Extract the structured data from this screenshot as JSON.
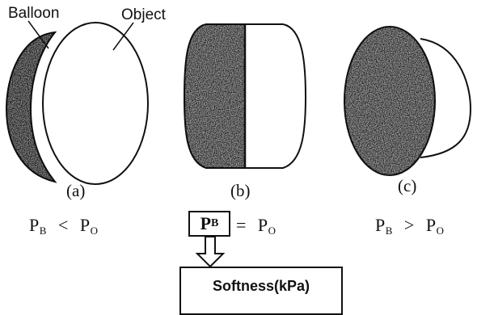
{
  "labels": {
    "balloon": "Balloon",
    "object": "Object"
  },
  "captions": {
    "a": "(a)",
    "b": "(b)",
    "c": "(c)"
  },
  "relations": {
    "a": {
      "left": "P",
      "left_sub": "B",
      "op": "<",
      "right": "P",
      "right_sub": "O"
    },
    "b": {
      "left": "P",
      "left_sub": "B",
      "op": "=",
      "right": "P",
      "right_sub": "O"
    },
    "c": {
      "left": "P",
      "left_sub": "B",
      "op": ">",
      "right": "P",
      "right_sub": "O"
    }
  },
  "softness": "Softness(kPa)"
}
